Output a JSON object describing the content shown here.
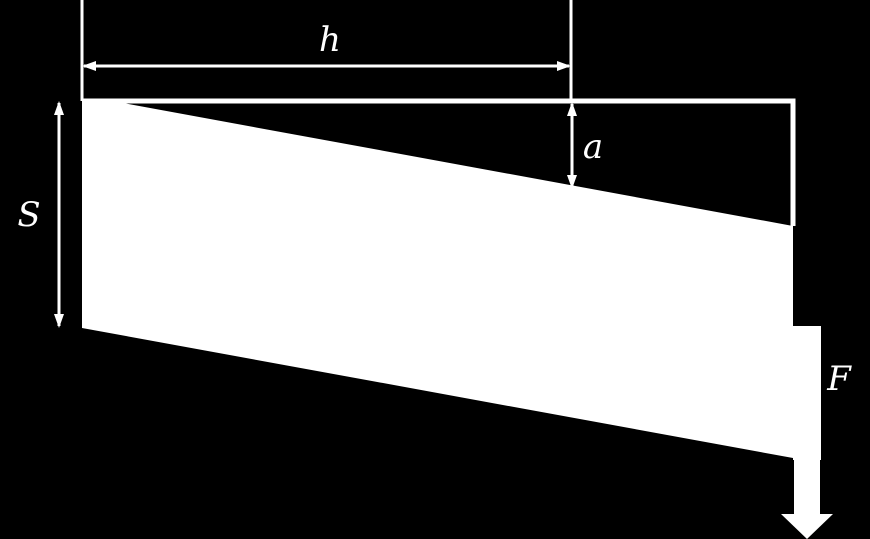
{
  "labels": {
    "h": "h",
    "a": "a",
    "S": "S",
    "F": "F"
  },
  "colors": {
    "background": "#000000",
    "foreground": "#ffffff"
  }
}
